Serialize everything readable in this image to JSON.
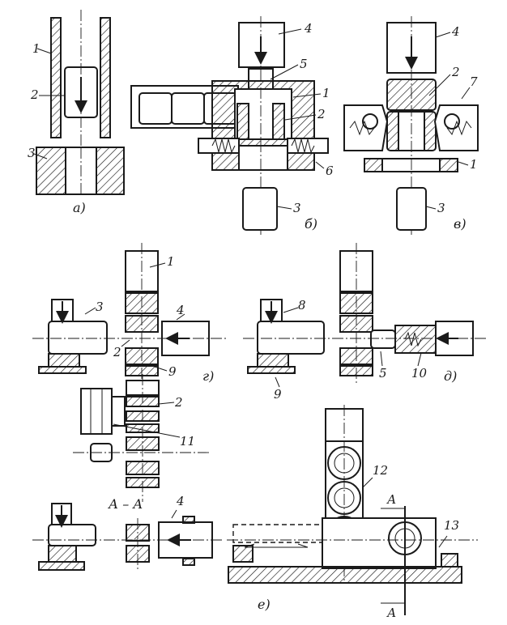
{
  "figure": {
    "captions": {
      "a": "а)",
      "b": "б)",
      "v": "в)",
      "g": "г)",
      "d": "д)",
      "e": "е)"
    },
    "section_label": "А – А",
    "section_mark_top": "А",
    "section_mark_bottom": "А",
    "callouts": {
      "a": [
        "1",
        "2",
        "3"
      ],
      "b": [
        "4",
        "5",
        "1",
        "2",
        "6",
        "3"
      ],
      "v": [
        "4",
        "2",
        "7",
        "1",
        "3"
      ],
      "g": [
        "1",
        "3",
        "4",
        "2",
        "9"
      ],
      "d": [
        "8",
        "9",
        "5",
        "10"
      ],
      "section": [
        "2",
        "11"
      ],
      "e": [
        "4",
        "12",
        "13"
      ]
    }
  }
}
